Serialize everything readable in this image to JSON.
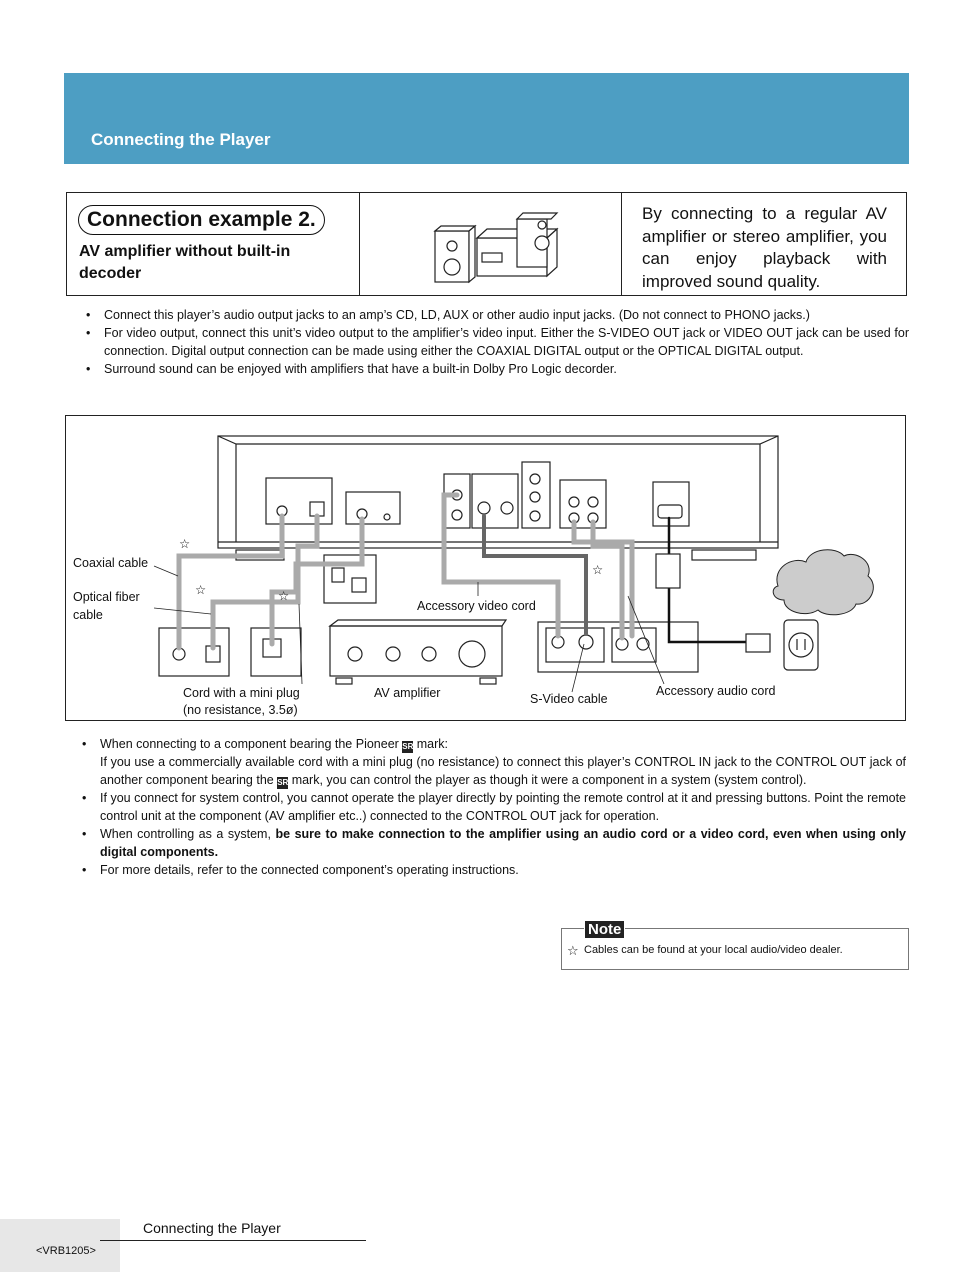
{
  "header": {
    "section_title": "Connecting the Player"
  },
  "intro": {
    "example_title": "Connection example 2.",
    "example_subtitle": "AV amplifier without built-in decoder",
    "description": "By connecting to a regular AV amplifier or stereo amplifier, you can enjoy playback with improved sound quality."
  },
  "bullets_top": [
    "Connect this player’s audio output jacks to an amp’s CD, LD, AUX or other audio input jacks. (Do not connect to PHONO jacks.)",
    "For video output, connect this unit’s video output to the amplifier’s video input. Either the S-VIDEO OUT jack or VIDEO OUT jack can be used for connection. Digital output connection can be made using either the COAXIAL DIGITAL output or the OPTICAL DIGITAL output.",
    "Surround sound can be enjoyed with amplifiers that have a built-in Dolby Pro Logic decorder."
  ],
  "diagram": {
    "labels": {
      "coaxial_cable": "Coaxial cable",
      "optical_fiber_cable": "Optical fiber cable",
      "accessory_video_cord": "Accessory video cord",
      "mini_plug_cord_line1": "Cord with a  mini plug",
      "mini_plug_cord_line2": "(no resistance, 3.5ø)",
      "av_amplifier": "AV amplifier",
      "s_video_cable": "S-Video cable",
      "accessory_audio_cord": "Accessory audio cord"
    },
    "star_symbol": "☆"
  },
  "bullets_bottom": {
    "item1_heading_before": "When connecting to a component bearing the Pioneer ",
    "item1_heading_after": " mark:",
    "sr_mark": "SR",
    "item1_body_1": "If you use a commercially available cord with a mini plug (no resistance) to connect this player’s CONTROL IN jack to the CONTROL OUT jack of another component bearing the ",
    "item1_body_2": " mark, you can control the player as though it were a component in a system (system control).",
    "item2": "If you connect for system control, you cannot operate the player directly by pointing the remote control at it and pressing buttons. Point the remote control unit at the component (AV amplifier etc..) connected to the CONTROL OUT jack for operation.",
    "item3_before": "When controlling as a system, ",
    "item3_bold": "be sure to make connection to the amplifier using an audio cord or a video cord, even when using only digital components",
    "item3_after": ".",
    "item4": "For more details, refer to the connected component’s operating instructions."
  },
  "note": {
    "tag": "Note",
    "star": "☆",
    "text": "Cables can be found at your local audio/video dealer."
  },
  "footer": {
    "section_label": "Connecting the Player",
    "doc_code": "<VRB1205>"
  }
}
